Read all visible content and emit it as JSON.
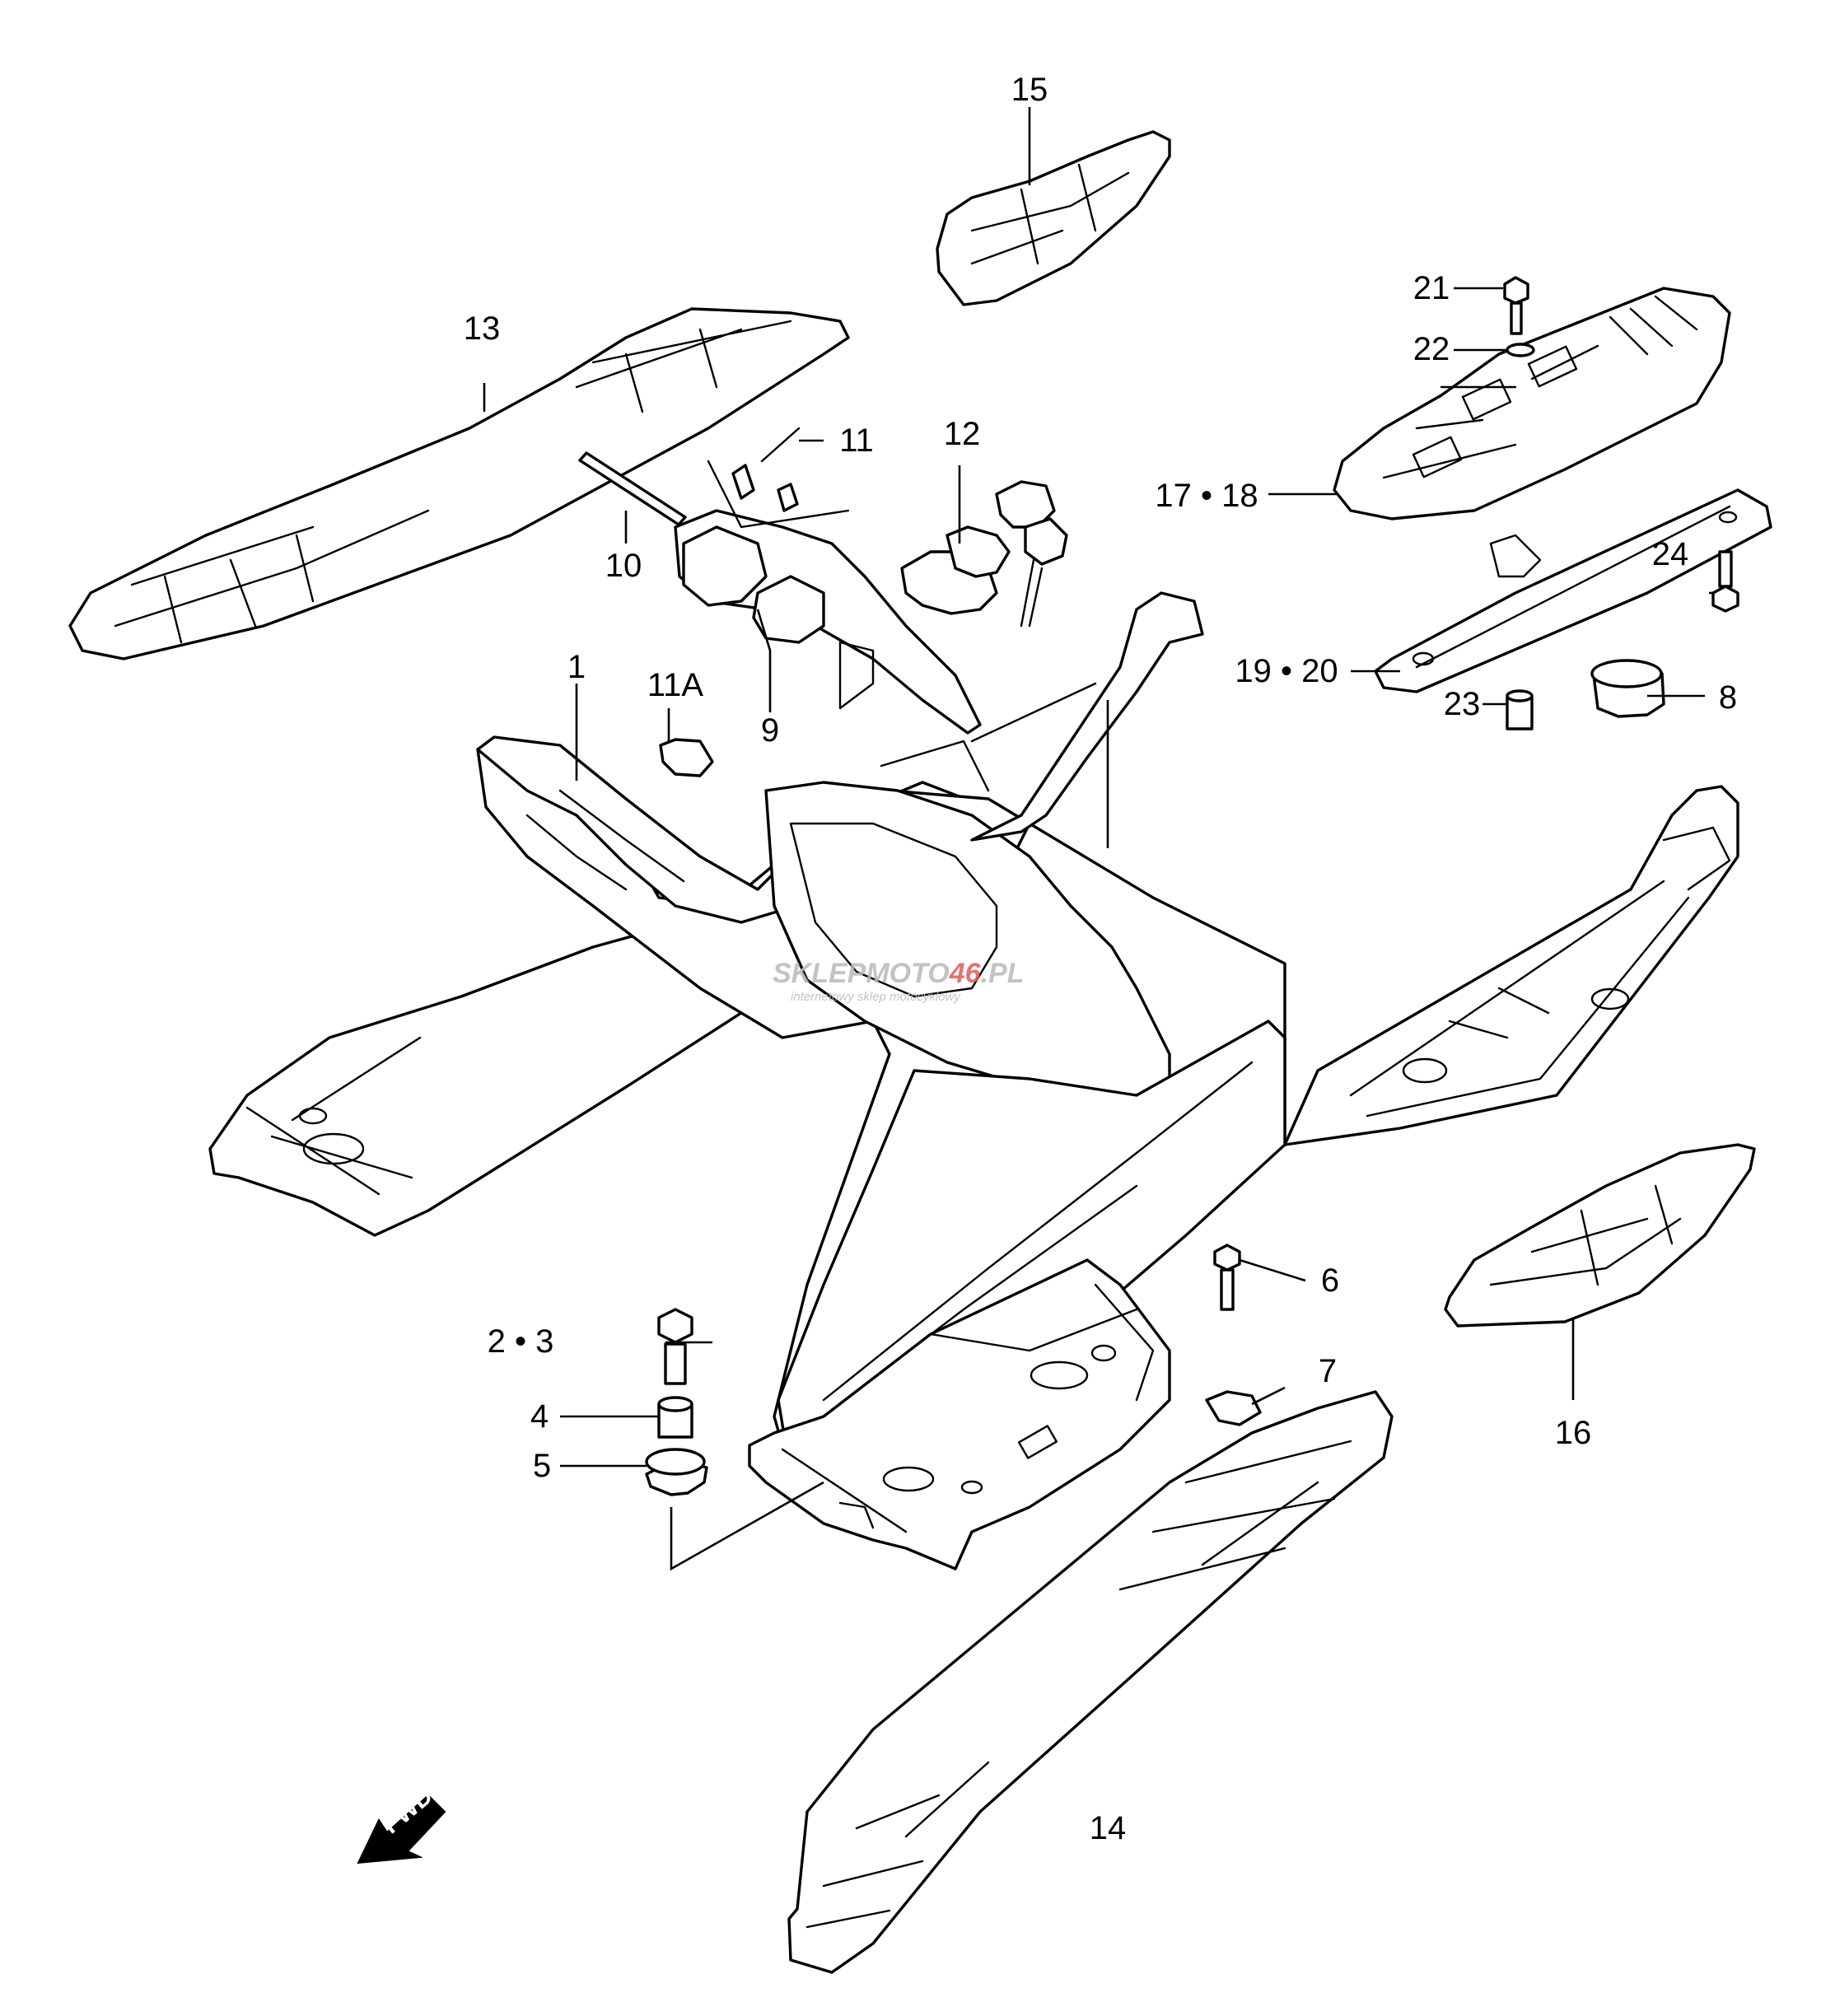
{
  "labels": {
    "l1": "1",
    "l11A": "11A",
    "l2_3": "2 • 3",
    "l4": "4",
    "l5": "5",
    "l6": "6",
    "l7": "7",
    "l8": "8",
    "l9": "9",
    "l10": "10",
    "l11": "11",
    "l12": "12",
    "l13": "13",
    "l14": "14",
    "l15": "15",
    "l16": "16",
    "l17_18": "17 • 18",
    "l19_20": "19 • 20",
    "l21": "21",
    "l22": "22",
    "l23": "23",
    "l24": "24"
  },
  "fwd": "FWD",
  "watermark": {
    "brand_a": "SKLEP",
    "brand_b": "MOTO",
    "brand_c": "46",
    "brand_d": ".PL",
    "tagline": "internetowy sklep motocyklowy"
  },
  "colors": {
    "line": "#000000",
    "watermark_grey": "#b9b9b9",
    "watermark_red": "#e05a55"
  }
}
